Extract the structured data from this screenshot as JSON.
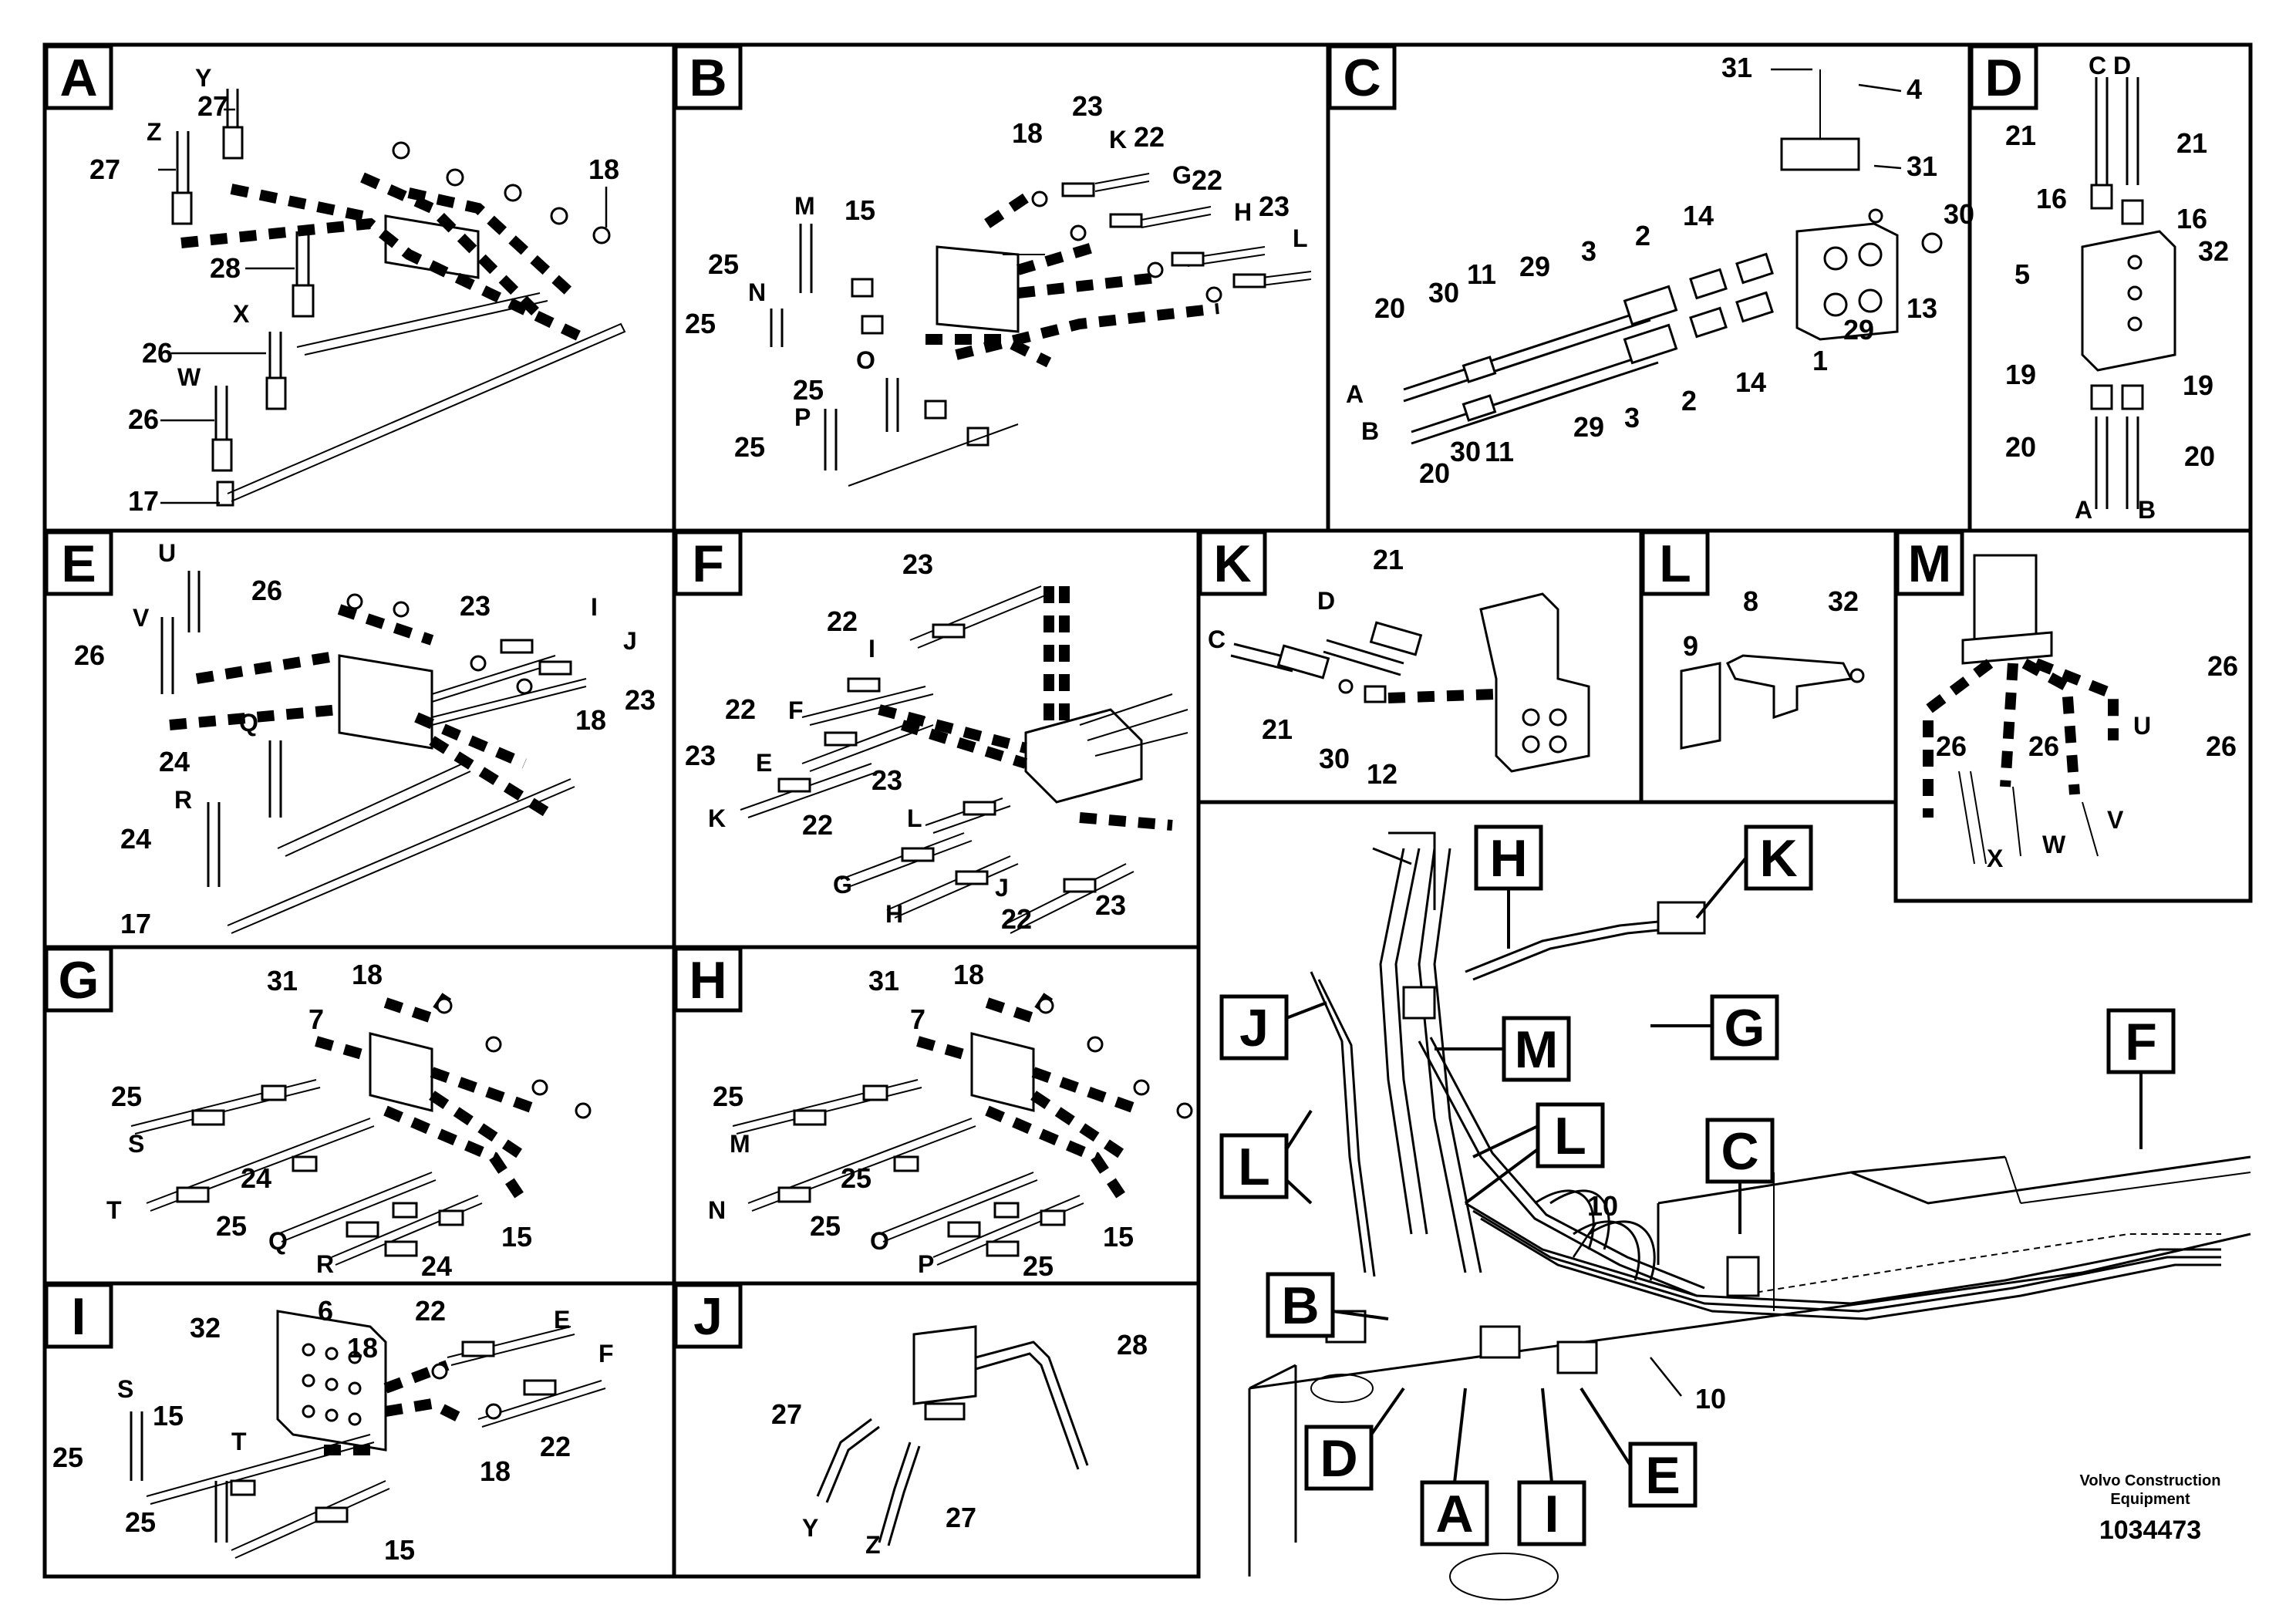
{
  "panels": {
    "A": {
      "letter": "A",
      "labels": [
        "27",
        "27",
        "28",
        "26",
        "26",
        "17",
        "18",
        "Y",
        "Z",
        "X",
        "W"
      ]
    },
    "B": {
      "letter": "B",
      "labels": [
        "18",
        "23",
        "K",
        "22",
        "G",
        "22",
        "H",
        "23",
        "L",
        "15",
        "M",
        "25",
        "N",
        "25",
        "O",
        "25",
        "P",
        "25"
      ]
    },
    "C": {
      "letter": "C",
      "labels": [
        "31",
        "4",
        "31",
        "30",
        "14",
        "2",
        "3",
        "29",
        "11",
        "30",
        "20",
        "A",
        "B",
        "20",
        "30",
        "11",
        "29",
        "3",
        "2",
        "14",
        "1",
        "29",
        "13"
      ]
    },
    "D": {
      "letter": "D",
      "labels": [
        "C",
        "D",
        "21",
        "21",
        "16",
        "16",
        "5",
        "32",
        "19",
        "19",
        "20",
        "20",
        "A",
        "B"
      ]
    },
    "E": {
      "letter": "E",
      "labels": [
        "U",
        "26",
        "V",
        "26",
        "23",
        "I",
        "J",
        "23",
        "18",
        "Q",
        "24",
        "R",
        "24",
        "17"
      ]
    },
    "F": {
      "letter": "F",
      "labels": [
        "23",
        "22",
        "I",
        "22",
        "F",
        "E",
        "23",
        "K",
        "23",
        "L",
        "22",
        "G",
        "H",
        "22",
        "J",
        "23"
      ]
    },
    "G": {
      "letter": "G",
      "labels": [
        "31",
        "18",
        "7",
        "25",
        "S",
        "T",
        "25",
        "24",
        "Q",
        "R",
        "24",
        "15"
      ]
    },
    "H": {
      "letter": "H",
      "labels": [
        "31",
        "18",
        "7",
        "25",
        "M",
        "N",
        "25",
        "25",
        "O",
        "P",
        "25",
        "15"
      ]
    },
    "I": {
      "letter": "I",
      "labels": [
        "32",
        "6",
        "22",
        "E",
        "18",
        "F",
        "S",
        "15",
        "25",
        "T",
        "25",
        "18",
        "22",
        "15"
      ]
    },
    "J": {
      "letter": "J",
      "labels": [
        "28",
        "27",
        "Y",
        "Z",
        "27"
      ]
    },
    "K": {
      "letter": "K",
      "labels": [
        "21",
        "D",
        "C",
        "21",
        "30",
        "12"
      ]
    },
    "L": {
      "letter": "L",
      "labels": [
        "8",
        "32",
        "9"
      ]
    },
    "M": {
      "letter": "M",
      "labels": [
        "26",
        "U",
        "26",
        "26",
        "26",
        "X",
        "W",
        "V"
      ]
    }
  },
  "overview": {
    "callouts": [
      "H",
      "K",
      "J",
      "G",
      "M",
      "L",
      "L",
      "F",
      "C",
      "B",
      "D",
      "A",
      "I",
      "E"
    ],
    "labels": [
      "10",
      "10"
    ]
  },
  "footer": {
    "brand_line1": "Volvo Construction",
    "brand_line2": "Equipment",
    "figure_number": "1034473"
  }
}
